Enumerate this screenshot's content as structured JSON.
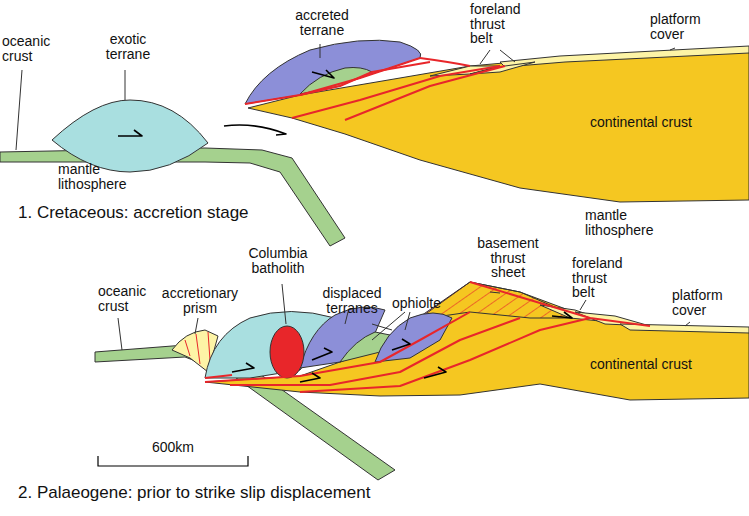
{
  "diagram": {
    "labels": [
      "oceanic crust",
      "exotic terrane",
      "accreted terrane",
      "foreland thrust belt",
      "platform cover",
      "mantle lithosphere",
      "continental crust",
      "mantle lithosphere",
      "1. Cretaceous: accretion stage",
      "Columbia batholith",
      "displaced terranes",
      "ophiolte",
      "basement thrust sheet",
      "foreland thrust belt",
      "platform cover",
      "oceanic crust",
      "accretionary prism",
      "continental crust",
      "600km",
      "2. Palaeogene: prior to strike slip displacement"
    ]
  }
}
